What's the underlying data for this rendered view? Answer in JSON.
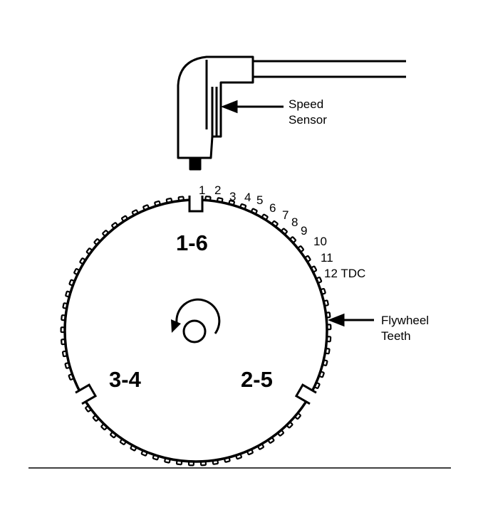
{
  "diagram": {
    "callouts": {
      "speed_sensor": [
        "Speed",
        "Sensor"
      ],
      "flywheel_teeth": [
        "Flywheel",
        "Teeth"
      ]
    },
    "tooth_numbers": [
      "1",
      "2",
      "3",
      "4",
      "5",
      "6",
      "7",
      "8",
      "9",
      "10",
      "11",
      "12 TDC"
    ],
    "firing_pairs": [
      "1-6",
      "3-4",
      "2-5"
    ],
    "colors": {
      "ink": "#000000",
      "paper": "#ffffff"
    }
  }
}
